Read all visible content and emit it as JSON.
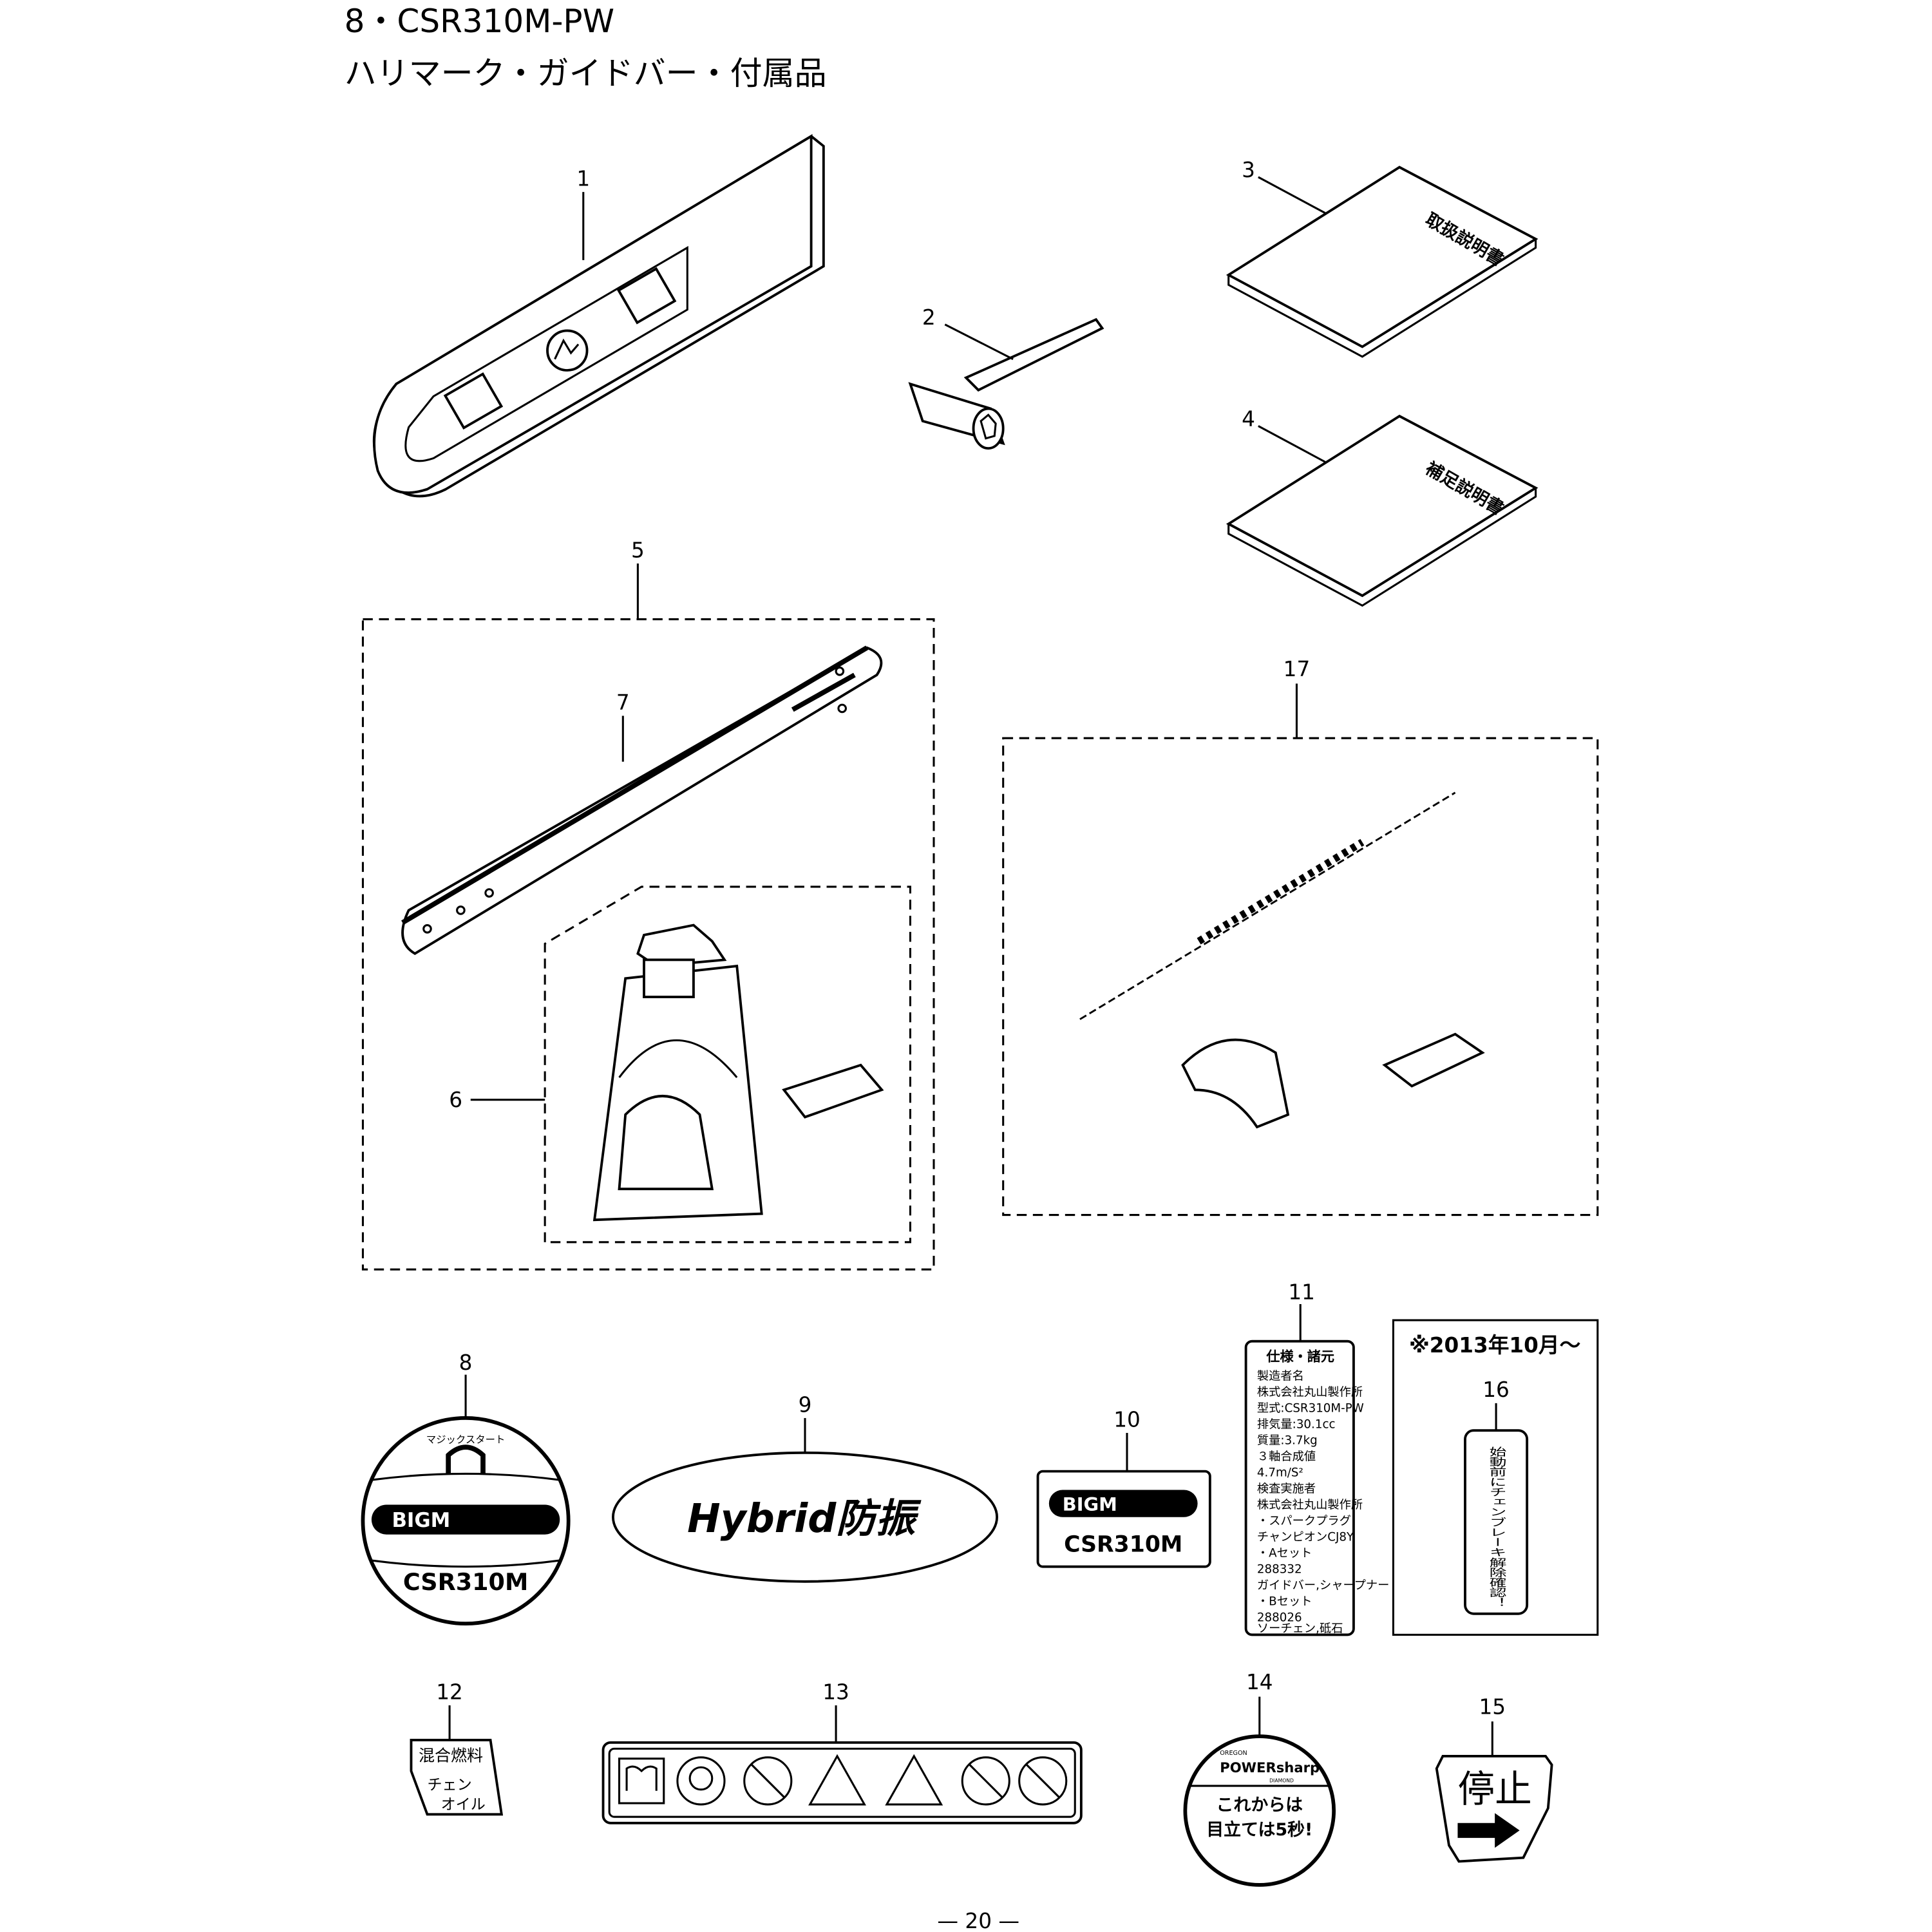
{
  "header": {
    "title": "8・CSR310M-PW",
    "subtitle": "ハリマーク・ガイドバー・付属品"
  },
  "callouts": [
    "1",
    "2",
    "3",
    "4",
    "5",
    "6",
    "7",
    "8",
    "9",
    "10",
    "11",
    "12",
    "13",
    "14",
    "15",
    "16",
    "17"
  ],
  "parts": {
    "manual": "取扱説明書",
    "supplement": "補足説明書",
    "label8": {
      "top": "マジックスタート",
      "brand": "BIGM",
      "model": "CSR310M"
    },
    "label9": "Hybrid防振",
    "label10": {
      "brand": "BIGM",
      "model": "CSR310M"
    },
    "label11": [
      "仕様・諸元",
      "製造者名",
      " 株式会社丸山製作所",
      "型式:CSR310M-PW",
      "排気量:30.1cc",
      "質量:3.7kg",
      "３軸合成値",
      "  4.7m/S²",
      "検査実施者",
      " 株式会社丸山製作所",
      "・スパークプラグ",
      "チャンピオンCJ8Y",
      "・Aセット",
      " 288332",
      "ガイドバー,シャープナー",
      "・Bセット",
      " 288026",
      "ソーチェン,砥石"
    ],
    "note16": "※2013年10月～",
    "label16": "始動前にチェンブレーキ解除確認！",
    "label12": {
      "line1": "混合燃料",
      "line2": "チェン",
      "line3": "オイル"
    },
    "label14": {
      "brand": "OREGON",
      "logo": "POWERsharp",
      "sub": "DIAMOND",
      "line1": "これからは",
      "line2": "目立ては5秒!"
    },
    "label15": "停止"
  },
  "page_number": "— 20 —"
}
